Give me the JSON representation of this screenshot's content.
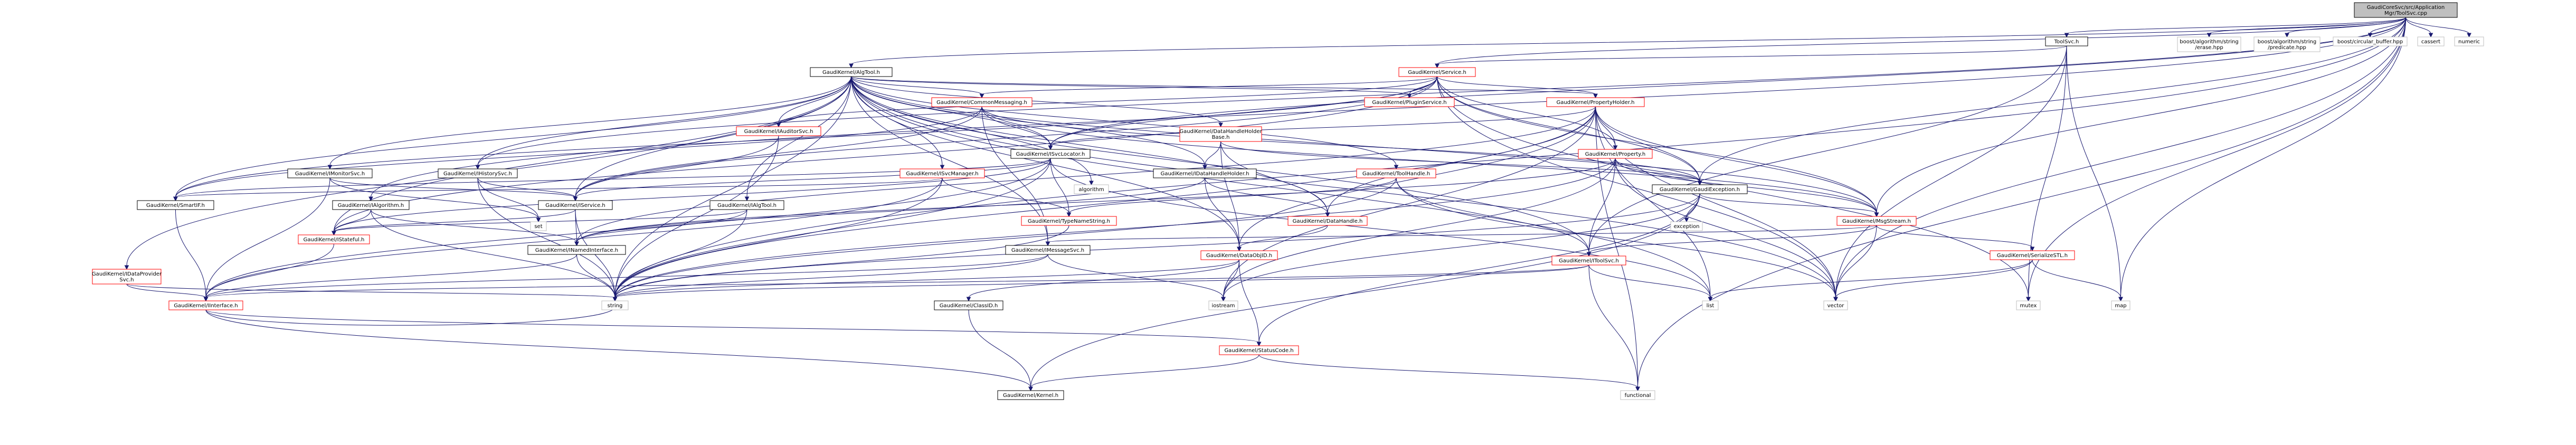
{
  "nodes": [
    {
      "id": "root",
      "label": "GaudiCoreSvc/src/Application\nMgr/ToolSvc.cpp",
      "kind": "root"
    },
    {
      "id": "toolsvc_h",
      "label": "ToolSvc.h",
      "kind": "doc"
    },
    {
      "id": "gk_algtool",
      "label": "GaudiKernel/AlgTool.h",
      "kind": "doc"
    },
    {
      "id": "gk_service",
      "label": "GaudiKernel/Service.h",
      "kind": "red"
    },
    {
      "id": "gk_commonmsg",
      "label": "GaudiKernel/CommonMessaging.h",
      "kind": "red"
    },
    {
      "id": "gk_propholder",
      "label": "GaudiKernel/PropertyHolder.h",
      "kind": "red"
    },
    {
      "id": "gk_pluginsvc",
      "label": "GaudiKernel/PluginService.h",
      "kind": "red"
    },
    {
      "id": "gk_datahandleholderbase",
      "label": "GaudiKernel/DataHandleHolder\nBase.h",
      "kind": "red"
    },
    {
      "id": "gk_iauditorsvc",
      "label": "GaudiKernel/IAuditorSvc.h",
      "kind": "red"
    },
    {
      "id": "gk_isvclocator",
      "label": "GaudiKernel/ISvcLocator.h",
      "kind": "doc"
    },
    {
      "id": "gk_property",
      "label": "GaudiKernel/Property.h",
      "kind": "red"
    },
    {
      "id": "gk_imonitorsvc",
      "label": "GaudiKernel/IMonitorSvc.h",
      "kind": "doc"
    },
    {
      "id": "gk_ihistorysvc",
      "label": "GaudiKernel/IHistorySvc.h",
      "kind": "doc"
    },
    {
      "id": "gk_idatahandleholder",
      "label": "GaudiKernel/IDataHandleHolder.h",
      "kind": "doc"
    },
    {
      "id": "gk_itoolhandle",
      "label": "GaudiKernel/ToolHandle.h",
      "kind": "red"
    },
    {
      "id": "gk_isvcmanager",
      "label": "GaudiKernel/ISvcManager.h",
      "kind": "red"
    },
    {
      "id": "algorithm",
      "label": "algorithm",
      "kind": "ext"
    },
    {
      "id": "gk_gaudiexception",
      "label": "GaudiKernel/GaudiException.h",
      "kind": "doc"
    },
    {
      "id": "gk_smartif",
      "label": "GaudiKernel/SmartIF.h",
      "kind": "doc"
    },
    {
      "id": "gk_ialgorithm",
      "label": "GaudiKernel/IAlgorithm.h",
      "kind": "doc"
    },
    {
      "id": "gk_iservice",
      "label": "GaudiKernel/IService.h",
      "kind": "doc"
    },
    {
      "id": "gk_ialgtool",
      "label": "GaudiKernel/IAlgTool.h",
      "kind": "doc"
    },
    {
      "id": "gk_typenamestring",
      "label": "GaudiKernel/TypeNameString.h",
      "kind": "red"
    },
    {
      "id": "gk_datahandle",
      "label": "GaudiKernel/DataHandle.h",
      "kind": "red"
    },
    {
      "id": "gk_msgstream",
      "label": "GaudiKernel/MsgStream.h",
      "kind": "red"
    },
    {
      "id": "exception",
      "label": "exception",
      "kind": "ext"
    },
    {
      "id": "set",
      "label": "set",
      "kind": "ext"
    },
    {
      "id": "gk_istateful",
      "label": "GaudiKernel/IStateful.h",
      "kind": "red"
    },
    {
      "id": "gk_inamedinterface",
      "label": "GaudiKernel/INamedInterface.h",
      "kind": "doc"
    },
    {
      "id": "gk_imessagesvc",
      "label": "GaudiKernel/IMessageSvc.h",
      "kind": "doc"
    },
    {
      "id": "gk_dataobjid",
      "label": "GaudiKernel/DataObjID.h",
      "kind": "red"
    },
    {
      "id": "gk_itoolsvc",
      "label": "GaudiKernel/IToolSvc.h",
      "kind": "red"
    },
    {
      "id": "gk_serializestl",
      "label": "GaudiKernel/SerializeSTL.h",
      "kind": "red"
    },
    {
      "id": "gk_idataprovidersvc",
      "label": "GaudiKernel/IDataProvider\nSvc.h",
      "kind": "red"
    },
    {
      "id": "gk_iinterface",
      "label": "GaudiKernel/IInterface.h",
      "kind": "red"
    },
    {
      "id": "gk_iclassid",
      "label": "GaudiKernel/ClassID.h",
      "kind": "doc"
    },
    {
      "id": "string",
      "label": "string",
      "kind": "ext"
    },
    {
      "id": "iostream",
      "label": "iostream",
      "kind": "ext"
    },
    {
      "id": "list",
      "label": "list",
      "kind": "ext"
    },
    {
      "id": "vector",
      "label": "vector",
      "kind": "ext"
    },
    {
      "id": "mutex",
      "label": "mutex",
      "kind": "ext"
    },
    {
      "id": "map",
      "label": "map",
      "kind": "ext"
    },
    {
      "id": "gk_statuscode",
      "label": "GaudiKernel/StatusCode.h",
      "kind": "red"
    },
    {
      "id": "gk_kernel",
      "label": "GaudiKernel/Kernel.h",
      "kind": "doc"
    },
    {
      "id": "functional",
      "label": "functional",
      "kind": "ext"
    },
    {
      "id": "boost_erase",
      "label": "boost/algorithm/string\n/erase.hpp",
      "kind": "ext"
    },
    {
      "id": "boost_predicate",
      "label": "boost/algorithm/string\n/predicate.hpp",
      "kind": "ext"
    },
    {
      "id": "boost_circular",
      "label": "boost/circular_buffer.hpp",
      "kind": "ext"
    },
    {
      "id": "cassert",
      "label": "cassert",
      "kind": "ext"
    },
    {
      "id": "numeric",
      "label": "numeric",
      "kind": "ext"
    }
  ],
  "edges": [
    [
      "root",
      "toolsvc_h"
    ],
    [
      "root",
      "gk_algtool"
    ],
    [
      "root",
      "gk_service"
    ],
    [
      "root",
      "gk_isvclocator"
    ],
    [
      "root",
      "gk_msgstream"
    ],
    [
      "root",
      "gk_gaudiexception"
    ],
    [
      "root",
      "gk_ihistorysvc"
    ],
    [
      "root",
      "string"
    ],
    [
      "root",
      "map"
    ],
    [
      "root",
      "functional"
    ],
    [
      "root",
      "boost_erase"
    ],
    [
      "root",
      "boost_predicate"
    ],
    [
      "root",
      "boost_circular"
    ],
    [
      "root",
      "cassert"
    ],
    [
      "root",
      "numeric"
    ],
    [
      "root",
      "gk_ialgorithm"
    ],
    [
      "root",
      "vector"
    ],
    [
      "root",
      "mutex"
    ],
    [
      "toolsvc_h",
      "gk_service"
    ],
    [
      "toolsvc_h",
      "gk_itoolsvc"
    ],
    [
      "toolsvc_h",
      "map"
    ],
    [
      "toolsvc_h",
      "vector"
    ],
    [
      "toolsvc_h",
      "mutex"
    ],
    [
      "gk_algtool",
      "gk_commonmsg"
    ],
    [
      "gk_algtool",
      "gk_propholder"
    ],
    [
      "gk_algtool",
      "gk_pluginsvc"
    ],
    [
      "gk_algtool",
      "gk_datahandleholderbase"
    ],
    [
      "gk_algtool",
      "gk_iauditorsvc"
    ],
    [
      "gk_algtool",
      "gk_isvclocator"
    ],
    [
      "gk_algtool",
      "gk_imonitorsvc"
    ],
    [
      "gk_algtool",
      "gk_ihistorysvc"
    ],
    [
      "gk_algtool",
      "gk_idatahandleholder"
    ],
    [
      "gk_algtool",
      "gk_itoolhandle"
    ],
    [
      "gk_algtool",
      "gk_isvcmanager"
    ],
    [
      "gk_algtool",
      "algorithm"
    ],
    [
      "gk_algtool",
      "gk_smartif"
    ],
    [
      "gk_algtool",
      "gk_ialgtool"
    ],
    [
      "gk_algtool",
      "gk_iservice"
    ],
    [
      "gk_algtool",
      "gk_datahandle"
    ],
    [
      "gk_algtool",
      "gk_msgstream"
    ],
    [
      "gk_algtool",
      "gk_itoolsvc"
    ],
    [
      "gk_algtool",
      "gk_dataobjid"
    ],
    [
      "gk_algtool",
      "gk_imessagesvc"
    ],
    [
      "gk_algtool",
      "gk_idataprovidersvc"
    ],
    [
      "gk_algtool",
      "gk_istateful"
    ],
    [
      "gk_algtool",
      "list"
    ],
    [
      "gk_algtool",
      "vector"
    ],
    [
      "gk_algtool",
      "string"
    ],
    [
      "gk_service",
      "gk_propholder"
    ],
    [
      "gk_service",
      "gk_pluginsvc"
    ],
    [
      "gk_service",
      "gk_commonmsg"
    ],
    [
      "gk_service",
      "gk_isvclocator"
    ],
    [
      "gk_service",
      "gk_iauditorsvc"
    ],
    [
      "gk_service",
      "gk_property"
    ],
    [
      "gk_service",
      "gk_iservice"
    ],
    [
      "gk_service",
      "gk_smartif"
    ],
    [
      "gk_service",
      "gk_istateful"
    ],
    [
      "gk_service",
      "gk_msgstream"
    ],
    [
      "gk_service",
      "gk_gaudiexception"
    ],
    [
      "gk_service",
      "vector"
    ],
    [
      "gk_service",
      "mutex"
    ],
    [
      "gk_commonmsg",
      "gk_isvclocator"
    ],
    [
      "gk_commonmsg",
      "gk_imessagesvc"
    ],
    [
      "gk_commonmsg",
      "gk_msgstream"
    ],
    [
      "gk_commonmsg",
      "gk_smartif"
    ],
    [
      "gk_commonmsg",
      "gk_gaudiexception"
    ],
    [
      "gk_commonmsg",
      "gk_iservice"
    ],
    [
      "gk_propholder",
      "gk_property"
    ],
    [
      "gk_propholder",
      "gk_gaudiexception"
    ],
    [
      "gk_propholder",
      "gk_isvclocator"
    ],
    [
      "gk_propholder",
      "gk_dataobjid"
    ],
    [
      "gk_propholder",
      "gk_datahandle"
    ],
    [
      "gk_propholder",
      "gk_msgstream"
    ],
    [
      "gk_propholder",
      "gk_inamedinterface"
    ],
    [
      "gk_propholder",
      "iostream"
    ],
    [
      "gk_propholder",
      "functional"
    ],
    [
      "gk_propholder",
      "list"
    ],
    [
      "gk_propholder",
      "string"
    ],
    [
      "gk_propholder",
      "vector"
    ],
    [
      "gk_datahandleholderbase",
      "gk_idatahandleholder"
    ],
    [
      "gk_datahandleholderbase",
      "gk_datahandle"
    ],
    [
      "gk_datahandleholderbase",
      "gk_dataobjid"
    ],
    [
      "gk_datahandleholderbase",
      "gk_gaudiexception"
    ],
    [
      "gk_isvclocator",
      "gk_iinterface"
    ],
    [
      "gk_isvclocator",
      "gk_iservice"
    ],
    [
      "gk_isvclocator",
      "gk_smartif"
    ],
    [
      "gk_isvclocator",
      "gk_istateful"
    ],
    [
      "gk_isvclocator",
      "gk_typenamestring"
    ],
    [
      "gk_isvclocator",
      "list"
    ],
    [
      "gk_isvclocator",
      "string"
    ],
    [
      "gk_property",
      "gk_gaudiexception"
    ],
    [
      "gk_property",
      "gk_msgstream"
    ],
    [
      "gk_property",
      "gk_itoolsvc"
    ],
    [
      "gk_property",
      "string"
    ],
    [
      "gk_property",
      "vector"
    ],
    [
      "gk_property",
      "iostream"
    ],
    [
      "gk_property",
      "gk_inamedinterface"
    ],
    [
      "gk_iauditorsvc",
      "gk_iservice"
    ],
    [
      "gk_iauditorsvc",
      "string"
    ],
    [
      "gk_imonitorsvc",
      "gk_iinterface"
    ],
    [
      "gk_imonitorsvc",
      "set"
    ],
    [
      "gk_imonitorsvc",
      "gk_iservice"
    ],
    [
      "gk_ihistorysvc",
      "gk_iservice"
    ],
    [
      "gk_ihistorysvc",
      "set"
    ],
    [
      "gk_ihistorysvc",
      "string"
    ],
    [
      "gk_idatahandleholder",
      "gk_inamedinterface"
    ],
    [
      "gk_idatahandleholder",
      "gk_datahandle"
    ],
    [
      "gk_idatahandleholder",
      "gk_dataobjid"
    ],
    [
      "gk_itoolhandle",
      "gk_typenamestring"
    ],
    [
      "gk_itoolhandle",
      "gk_itoolsvc"
    ],
    [
      "gk_itoolhandle",
      "string"
    ],
    [
      "gk_itoolhandle",
      "vector"
    ],
    [
      "gk_isvcmanager",
      "gk_smartif"
    ],
    [
      "gk_isvcmanager",
      "gk_iinterface"
    ],
    [
      "gk_isvcmanager",
      "string"
    ],
    [
      "gk_isvcmanager",
      "gk_typenamestring"
    ],
    [
      "gk_gaudiexception",
      "gk_msgstream"
    ],
    [
      "gk_gaudiexception",
      "gk_statuscode"
    ],
    [
      "gk_gaudiexception",
      "exception"
    ],
    [
      "gk_gaudiexception",
      "string"
    ],
    [
      "gk_gaudiexception",
      "iostream"
    ],
    [
      "gk_gaudiexception",
      "gk_kernel"
    ],
    [
      "gk_smartif",
      "gk_iinterface"
    ],
    [
      "gk_ialgorithm",
      "gk_inamedinterface"
    ],
    [
      "gk_ialgorithm",
      "gk_istateful"
    ],
    [
      "gk_ialgorithm",
      "string"
    ],
    [
      "gk_iservice",
      "gk_inamedinterface"
    ],
    [
      "gk_iservice",
      "gk_istateful"
    ],
    [
      "gk_iservice",
      "string"
    ],
    [
      "gk_ialgtool",
      "gk_inamedinterface"
    ],
    [
      "gk_ialgtool",
      "gk_istateful"
    ],
    [
      "gk_ialgtool",
      "string"
    ],
    [
      "gk_typenamestring",
      "string"
    ],
    [
      "gk_datahandle",
      "gk_dataobjid"
    ],
    [
      "gk_msgstream",
      "gk_imessagesvc"
    ],
    [
      "gk_msgstream",
      "gk_serializestl"
    ],
    [
      "gk_msgstream",
      "vector"
    ],
    [
      "gk_msgstream",
      "gk_itoolsvc"
    ],
    [
      "gk_istateful",
      "gk_iinterface"
    ],
    [
      "gk_inamedinterface",
      "gk_iinterface"
    ],
    [
      "gk_inamedinterface",
      "string"
    ],
    [
      "gk_imessagesvc",
      "gk_iinterface"
    ],
    [
      "gk_imessagesvc",
      "string"
    ],
    [
      "gk_imessagesvc",
      "iostream"
    ],
    [
      "gk_dataobjid",
      "gk_iclassid"
    ],
    [
      "gk_dataobjid",
      "gk_statuscode"
    ],
    [
      "gk_dataobjid",
      "string"
    ],
    [
      "gk_dataobjid",
      "iostream"
    ],
    [
      "gk_itoolsvc",
      "gk_iinterface"
    ],
    [
      "gk_itoolsvc",
      "list"
    ],
    [
      "gk_itoolsvc",
      "string"
    ],
    [
      "gk_itoolsvc",
      "functional"
    ],
    [
      "gk_serializestl",
      "vector"
    ],
    [
      "gk_serializestl",
      "list"
    ],
    [
      "gk_serializestl",
      "map"
    ],
    [
      "gk_idataprovidersvc",
      "gk_iinterface"
    ],
    [
      "gk_idataprovidersvc",
      "string"
    ],
    [
      "gk_iinterface",
      "gk_statuscode"
    ],
    [
      "gk_iinterface",
      "gk_kernel"
    ],
    [
      "gk_iinterface",
      "string"
    ],
    [
      "gk_iclassid",
      "gk_kernel"
    ],
    [
      "gk_statuscode",
      "gk_kernel"
    ],
    [
      "gk_statuscode",
      "functional"
    ]
  ]
}
